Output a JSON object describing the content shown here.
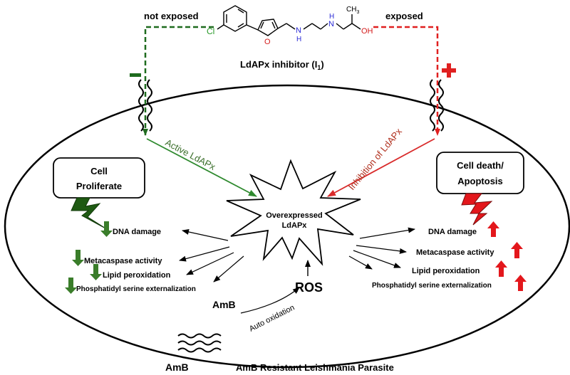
{
  "colors": {
    "not_exposed": "#1e6b1e",
    "exposed": "#e02020",
    "arrow_green": "#2f8a2f",
    "arrow_red": "#d92b2b",
    "down_arrow": "#3a7d2a",
    "up_arrow": "#e3171c",
    "membrane": "#000000",
    "molecule_chlorine": "#2a9a2a",
    "molecule_oxygen": "#d41c1c",
    "molecule_nitrogen": "#2b2bd6"
  },
  "header": {
    "not_exposed": "not exposed",
    "exposed": "exposed",
    "inhibitor_label_main": "LdAPx inhibitor (I",
    "inhibitor_label_sub": "1",
    "inhibitor_label_end": ")"
  },
  "molecule": {
    "atom_cl": "Cl",
    "atom_o_ring": "O",
    "atom_n1": "N",
    "atom_h1": "H",
    "atom_n2": "N",
    "atom_h2": "H",
    "atom_oh": "OH",
    "atom_ch3": "CH",
    "atom_ch3_sub": "3"
  },
  "signs": {
    "minus": "−",
    "plus": "+"
  },
  "paths": {
    "active": "Active LdAPx",
    "inhibition": "Inhibition of LdAPx"
  },
  "left_box": {
    "line1": "Cell",
    "line2": "Proliferate"
  },
  "right_box": {
    "line1": "Cell death/",
    "line2": "Apoptosis"
  },
  "center": {
    "line1": "Overexpressed",
    "line2": "LdAPx"
  },
  "effects_left": [
    "DNA damage",
    "Metacaspase activity",
    "Lipid peroxidation",
    "Phosphatidyl serine externalization"
  ],
  "effects_right": [
    "DNA damage",
    "Metacaspase activity",
    "Lipid peroxidation",
    "Phosphatidyl serine externalization"
  ],
  "ros": "ROS",
  "amb_inner": "AmB",
  "amb_outer": "AmB",
  "auto_oxidation": "Auto oxidation",
  "footer": "AmB Resistant Leishmania  Parasite"
}
